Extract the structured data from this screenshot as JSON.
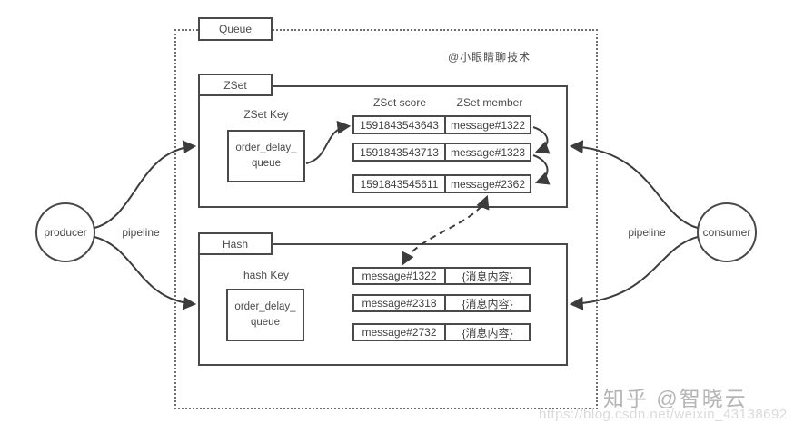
{
  "diagram": {
    "queue_label": "Queue",
    "watermark_top": "@小眼睛聊技术",
    "zset": {
      "label": "ZSet",
      "key_label": "ZSet Key",
      "key_line1": "order_delay_",
      "key_line2": "queue",
      "col_score": "ZSet score",
      "col_member": "ZSet member",
      "rows": [
        {
          "score": "1591843543643",
          "member": "message#1322"
        },
        {
          "score": "1591843543713",
          "member": "message#1323"
        },
        {
          "score": "1591843545611",
          "member": "message#2362"
        }
      ]
    },
    "hash": {
      "label": "Hash",
      "key_label": "hash Key",
      "key_line1": "order_delay_",
      "key_line2": "queue",
      "rows": [
        {
          "field": "message#1322",
          "value": "{消息内容}"
        },
        {
          "field": "message#2318",
          "value": "{消息内容}"
        },
        {
          "field": "message#2732",
          "value": "{消息内容}"
        }
      ]
    },
    "producer_label": "producer",
    "consumer_label": "consumer",
    "pipeline_left": "pipeline",
    "pipeline_right": "pipeline",
    "watermark_zhihu": "知乎 @智晓云",
    "watermark_url": "https://blog.csdn.net/weixin_43138692",
    "colors": {
      "line": "#3c3c3c",
      "border": "#4a4a4a",
      "watermark_gray": "#b5b5b5"
    }
  }
}
